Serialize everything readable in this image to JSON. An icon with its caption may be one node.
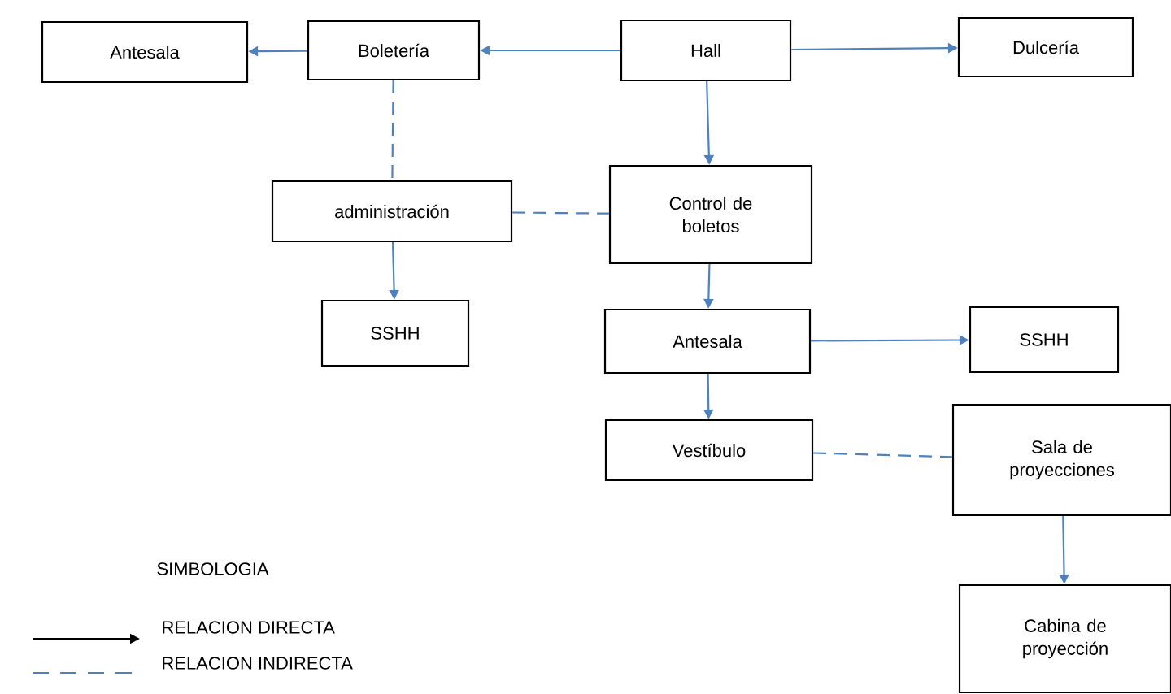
{
  "diagram": {
    "nodes": [
      {
        "text": [
          "Antesala"
        ]
      },
      {
        "text": [
          "Boletería"
        ]
      },
      {
        "text": [
          "Hall"
        ]
      },
      {
        "text": [
          "Dulcería"
        ]
      },
      {
        "text": [
          "administración"
        ]
      },
      {
        "text": [
          "Control de boletos"
        ]
      },
      {
        "text": [
          "SSHH"
        ]
      },
      {
        "text": [
          "Antesala"
        ]
      },
      {
        "text": [
          "SSHH"
        ]
      },
      {
        "text": [
          "Vestíbulo"
        ]
      },
      {
        "text": [
          "Sala de proyecciones"
        ]
      },
      {
        "text": [
          "Cabina de proyección"
        ]
      }
    ],
    "edges": [
      {
        "from": 1,
        "to": 0,
        "arrow": "to"
      },
      {
        "from": 2,
        "to": 1,
        "arrow": "to"
      },
      {
        "from": 2,
        "to": 3,
        "arrow": "to"
      },
      {
        "from": 1,
        "to": 4,
        "arrow": "none",
        "style": "dashed"
      },
      {
        "from": 2,
        "to": 5,
        "arrow": "to"
      },
      {
        "from": 4,
        "to": 5,
        "arrow": "none",
        "style": "dashed"
      },
      {
        "from": 4,
        "to": 6,
        "arrow": "to"
      },
      {
        "from": 5,
        "to": 7,
        "arrow": "to"
      },
      {
        "from": 7,
        "to": 8,
        "arrow": "to"
      },
      {
        "from": 7,
        "to": 9,
        "arrow": "to"
      },
      {
        "from": 9,
        "to": 10,
        "arrow": "none",
        "style": "dashed"
      },
      {
        "from": 10,
        "to": 11,
        "arrow": "to"
      }
    ],
    "labels": [
      "SIMBOLOGIA"
    ],
    "legend": [
      {
        "text": "RELACION DIRECTA"
      },
      {
        "text": "RELACION INDIRECTA"
      }
    ]
  }
}
